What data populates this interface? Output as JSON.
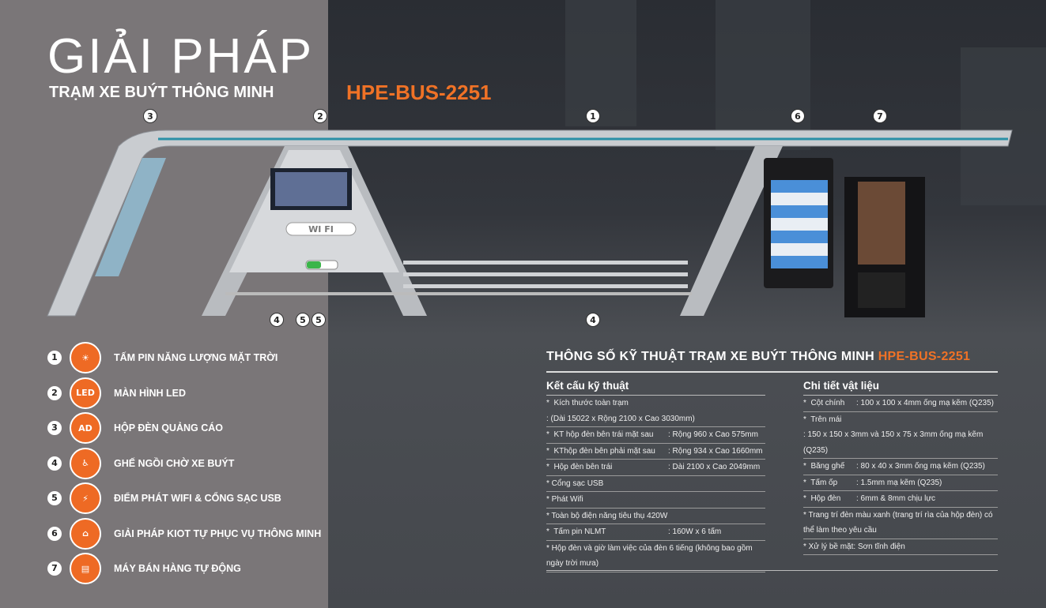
{
  "header": {
    "title": "GIẢI PHÁP",
    "subtitle": "TRẠM XE BUÝT THÔNG MINH",
    "model": "HPE-BUS-2251"
  },
  "illustration": {
    "wifi_label": "WI FI",
    "markers": [
      "3",
      "2",
      "1",
      "6",
      "7",
      "4",
      "5",
      "5",
      "4"
    ]
  },
  "legend": [
    {
      "num": "1",
      "icon": "solar-panel-icon",
      "glyph": "☀",
      "label": "TẤM PIN NĂNG LƯỢNG MẶT TRỜI"
    },
    {
      "num": "2",
      "icon": "led-screen-icon",
      "glyph": "LED",
      "label": "MÀN HÌNH LED"
    },
    {
      "num": "3",
      "icon": "ad-board-icon",
      "glyph": "AD",
      "label": "HỘP ĐÈN QUẢNG CÁO"
    },
    {
      "num": "4",
      "icon": "seated-person-icon",
      "glyph": "♿",
      "label": "GHẾ NGỒI CHỜ XE BUÝT"
    },
    {
      "num": "5",
      "icon": "wifi-battery-icon",
      "glyph": "⚡",
      "label": "ĐIỂM PHÁT WIFI & CỔNG SẠC USB"
    },
    {
      "num": "6",
      "icon": "kiosk-icon",
      "glyph": "⌂",
      "label": "GIẢI PHÁP KIOT TỰ PHỤC VỤ THÔNG MINH"
    },
    {
      "num": "7",
      "icon": "vending-machine-icon",
      "glyph": "▤",
      "label": "MÁY BÁN HÀNG TỰ ĐỘNG"
    }
  ],
  "specs": {
    "title": "THÔNG SỐ KỸ THUẬT TRẠM XE BUÝT THÔNG MINH ",
    "title_model": "HPE-BUS-2251",
    "structure": {
      "heading": "Kết cấu kỹ thuật",
      "rows": [
        {
          "k": "*  Kích thước toàn trạm",
          "v": ": (Dài 15022 x Rộng 2100 x Cao 3030mm)"
        },
        {
          "k": "*  KT hộp đèn bên trái mặt sau",
          "v": ": Rộng 960 x Cao 575mm"
        },
        {
          "k": "*  KThộp đèn bên phải mặt sau",
          "v": ": Rộng 934 x Cao 1660mm"
        },
        {
          "k": "*  Hộp đèn bên trái",
          "v": ": Dài 2100 x Cao 2049mm"
        },
        {
          "k": "*  Cổng sạc USB",
          "v": ""
        },
        {
          "k": "*  Phát Wifi",
          "v": ""
        },
        {
          "k": "*  Toàn bộ điện năng tiêu thụ 420W",
          "v": ""
        },
        {
          "k": "*  Tấm pin NLMT",
          "v": ": 160W x 6 tấm"
        },
        {
          "k": "*  Hộp đèn và giờ làm việc của đèn 6 tiếng (không bao gồm ngày trời mưa)",
          "v": ""
        }
      ]
    },
    "materials": {
      "heading": "Chi tiết vật liệu",
      "rows": [
        {
          "k": "*  Cột chính",
          "v": ": 100 x 100 x 4mm ống mạ kẽm (Q235)"
        },
        {
          "k": "*  Trên mái",
          "v": ": 150 x 150 x 3mm và 150 x 75 x 3mm ống mạ kẽm (Q235)"
        },
        {
          "k": "*  Băng ghế",
          "v": ": 80 x 40 x 3mm ống mạ kẽm (Q235)"
        },
        {
          "k": "*  Tấm ốp",
          "v": ": 1.5mm mạ kẽm (Q235)"
        },
        {
          "k": "*  Hộp đèn",
          "v": ": 6mm & 8mm chịu lực"
        },
        {
          "k": "*  Trang trí đèn màu xanh (trang trí rìa của hộp đèn) có thể làm theo yêu cầu",
          "v": ""
        },
        {
          "k": "*  Xử lý bề mặt: Sơn tĩnh điện",
          "v": ""
        }
      ]
    }
  },
  "colors": {
    "accent": "#ee6a24",
    "panel": "#7a7678"
  }
}
